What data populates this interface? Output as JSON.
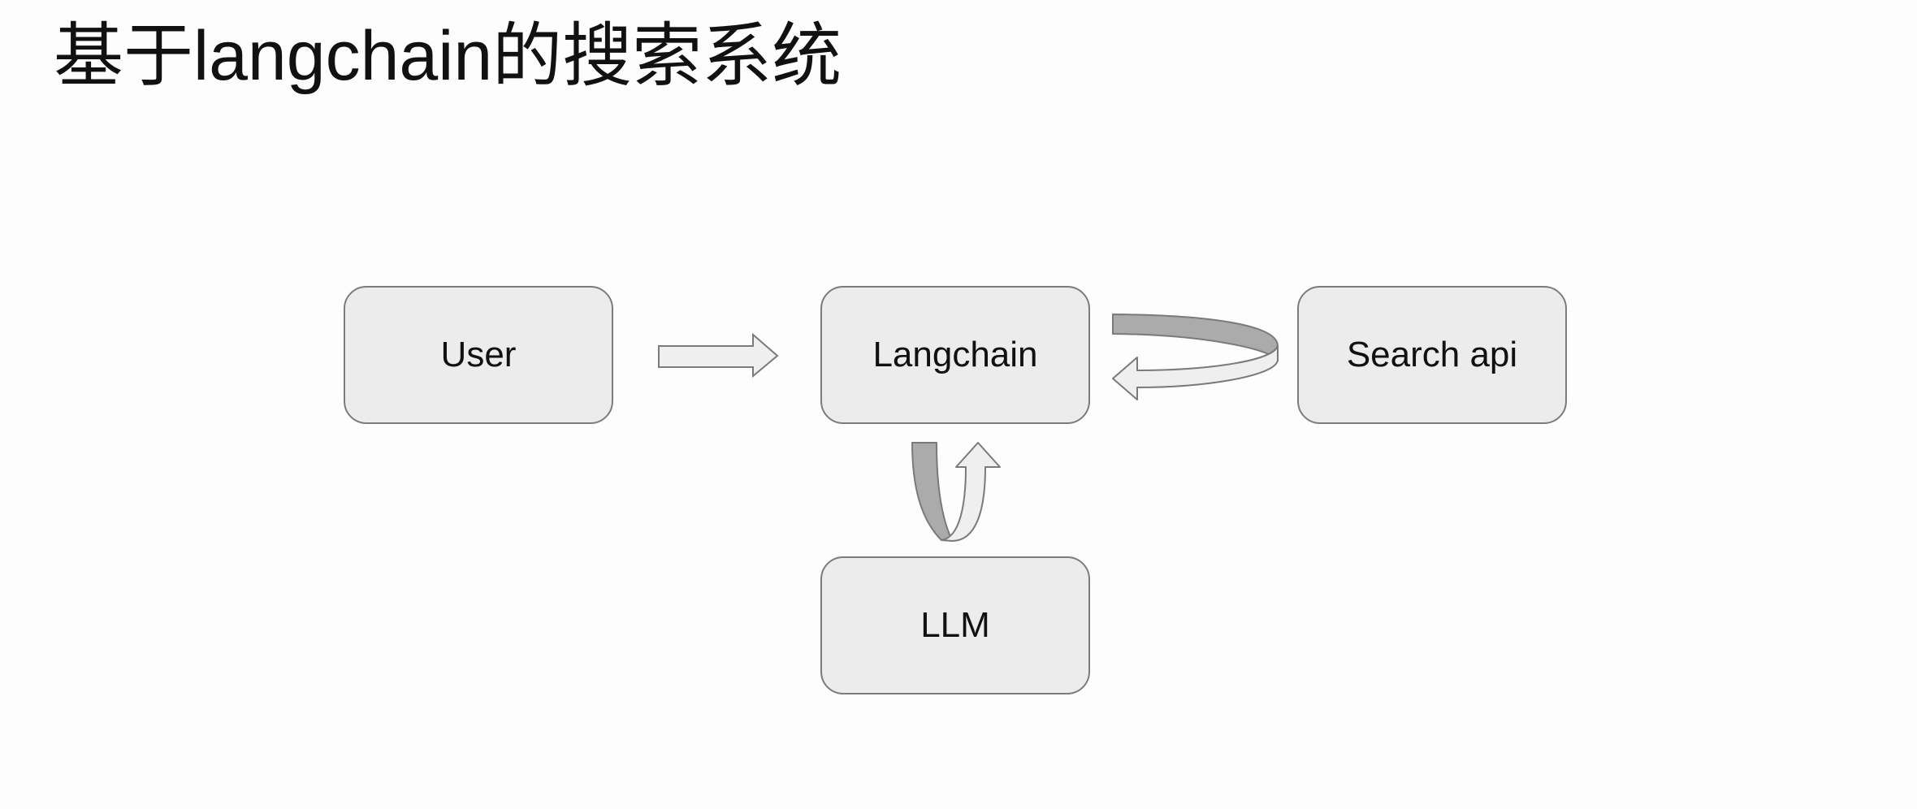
{
  "slide": {
    "title": "基于langchain的搜索系统"
  },
  "diagram": {
    "nodes": {
      "user": "User",
      "langchain": "Langchain",
      "search_api": "Search api",
      "llm": "LLM"
    },
    "edges": [
      {
        "from": "User",
        "to": "Langchain",
        "style": "straight block arrow"
      },
      {
        "from": "Langchain",
        "to": "Search api",
        "style": "curved loop arrow returning to Langchain"
      },
      {
        "from": "Langchain",
        "to": "LLM",
        "style": "curved loop arrow returning to Langchain"
      }
    ]
  },
  "colors": {
    "background": "#fdfdfd",
    "box_fill": "#ececec",
    "box_border": "#7c7c7c",
    "arrow_light": "#efefef",
    "arrow_dark": "#ababab",
    "arrow_stroke": "#7a7a7a"
  }
}
